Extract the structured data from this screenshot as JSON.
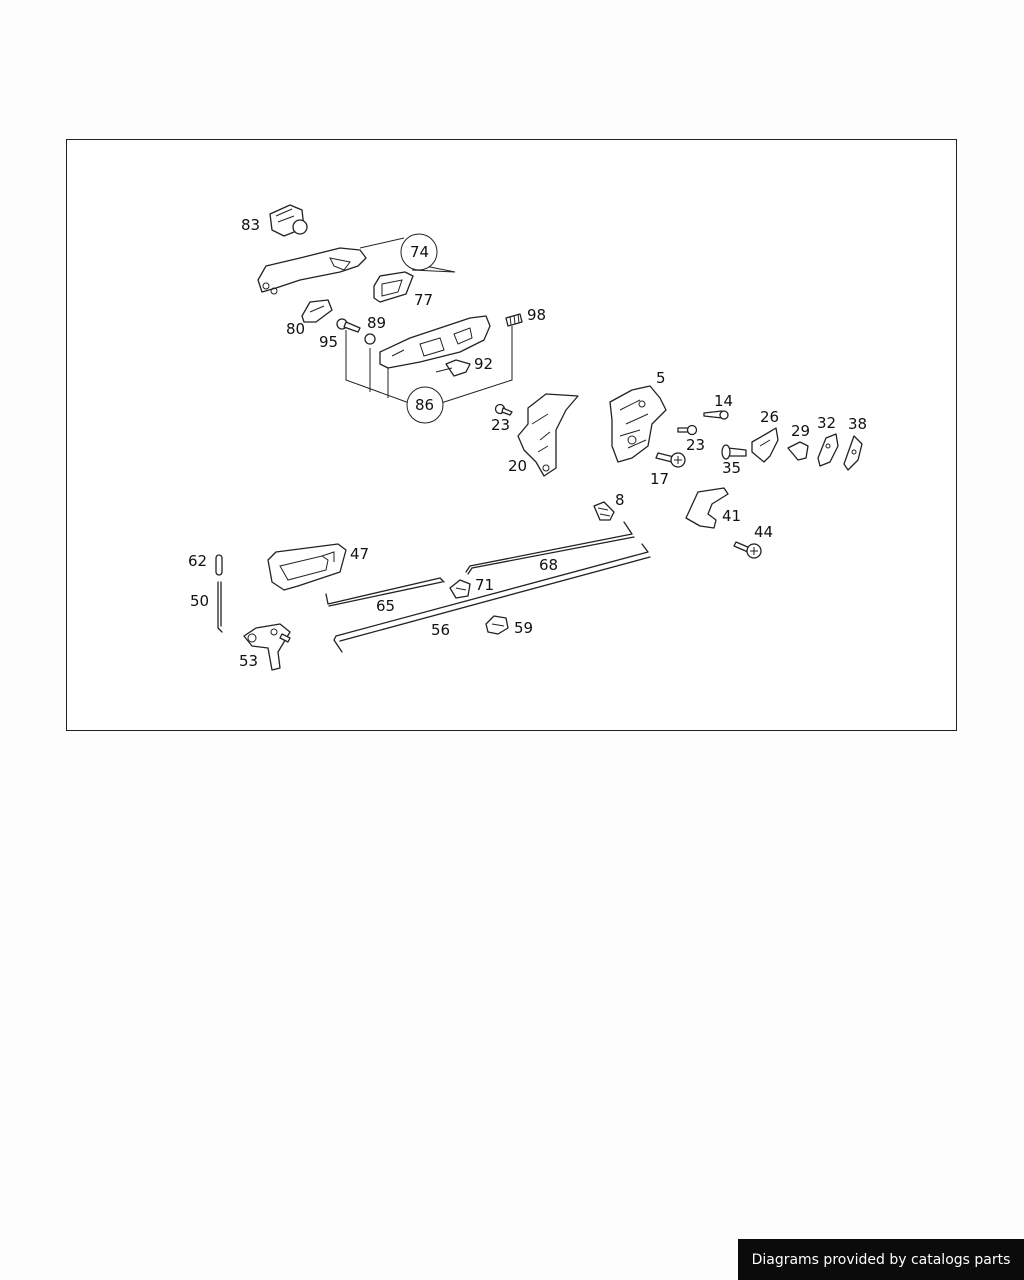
{
  "callouts": {
    "c5": "5",
    "c8": "8",
    "c14": "14",
    "c17": "17",
    "c20": "20",
    "c23a": "23",
    "c23b": "23",
    "c26": "26",
    "c29": "29",
    "c32": "32",
    "c35": "35",
    "c38": "38",
    "c41": "41",
    "c44": "44",
    "c47": "47",
    "c50": "50",
    "c53": "53",
    "c56": "56",
    "c59": "59",
    "c62": "62",
    "c65": "65",
    "c68": "68",
    "c71": "71",
    "c74": "74",
    "c77": "77",
    "c80": "80",
    "c83": "83",
    "c86": "86",
    "c89": "89",
    "c92": "92",
    "c95": "95",
    "c98": "98"
  },
  "footer": {
    "credit": "Diagrams provided by catalogs parts"
  }
}
